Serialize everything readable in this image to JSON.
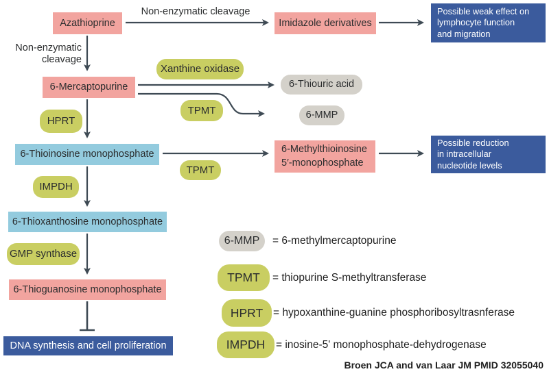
{
  "colors": {
    "pink": "#f2a49f",
    "green": "#c9ce62",
    "gray": "#d4d1ca",
    "light_blue": "#93cbde",
    "dark_blue": "#3b5b9d",
    "arrow": "#3e4a54"
  },
  "nodes": {
    "azathioprine": "Azathioprine",
    "imidazole": "Imidazole derivatives",
    "effect_lymphocyte": {
      "lines": [
        "Possible weak effect on",
        "lymphocyte function",
        "and migration"
      ]
    },
    "xanthine_oxidase": "Xanthine oxidase",
    "mercaptopurine": "6-Mercaptopurine",
    "thiouric": "6-Thiouric acid",
    "tpmt_upper": "TPMT",
    "mmp": "6-MMP",
    "hprt": "HPRT",
    "thioinosine": "6-Thioinosine monophosphate",
    "tpmt_lower": "TPMT",
    "methylthioinosine": {
      "lines": [
        "6-Methylthioinosine",
        "5′-monophosphate"
      ]
    },
    "reduction_nucleotide": {
      "lines": [
        "Possible reduction",
        "in intracellular",
        "nucleotide levels"
      ]
    },
    "impdh": "IMPDH",
    "thioxanthosine": "6-Thioxanthosine monophosphate",
    "gmp_synthase": "GMP synthase",
    "thioguanosine": "6-Thioguanosine monophosphate",
    "dna_synthesis": "DNA synthesis and cell proliferation"
  },
  "edge_labels": {
    "top_cleavage": "Non-enzymatic cleavage",
    "left_cleavage": {
      "lines": [
        "Non-enzymatic",
        "cleavage"
      ]
    }
  },
  "legend": [
    {
      "abbr": "6-MMP",
      "definition": "= 6-methylmercaptopurine"
    },
    {
      "abbr": "TPMT",
      "definition": "= thiopurine S-methyltransferase"
    },
    {
      "abbr": "HPRT",
      "definition": "= hypoxanthine-guanine phosphoribosyltrasnferase"
    },
    {
      "abbr": "IMPDH",
      "definition": "= inosine-5' monophosphate-dehydrogenase"
    }
  ],
  "credit": "Broen JCA and van Laar JM PMID 32055040"
}
